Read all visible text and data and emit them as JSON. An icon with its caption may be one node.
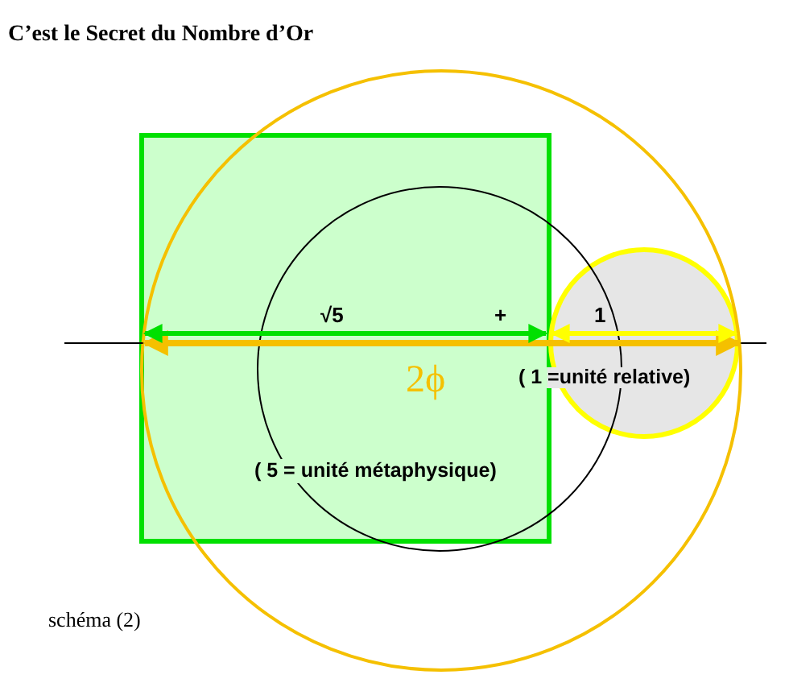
{
  "diagram": {
    "title": "C’est le Secret du Nombre d’Or",
    "labels": [
      "√5",
      "+",
      "1",
      "2ϕ",
      "( 1 =unité relative)",
      "( 5 = unité métaphysique)",
      "schéma (2)"
    ]
  }
}
